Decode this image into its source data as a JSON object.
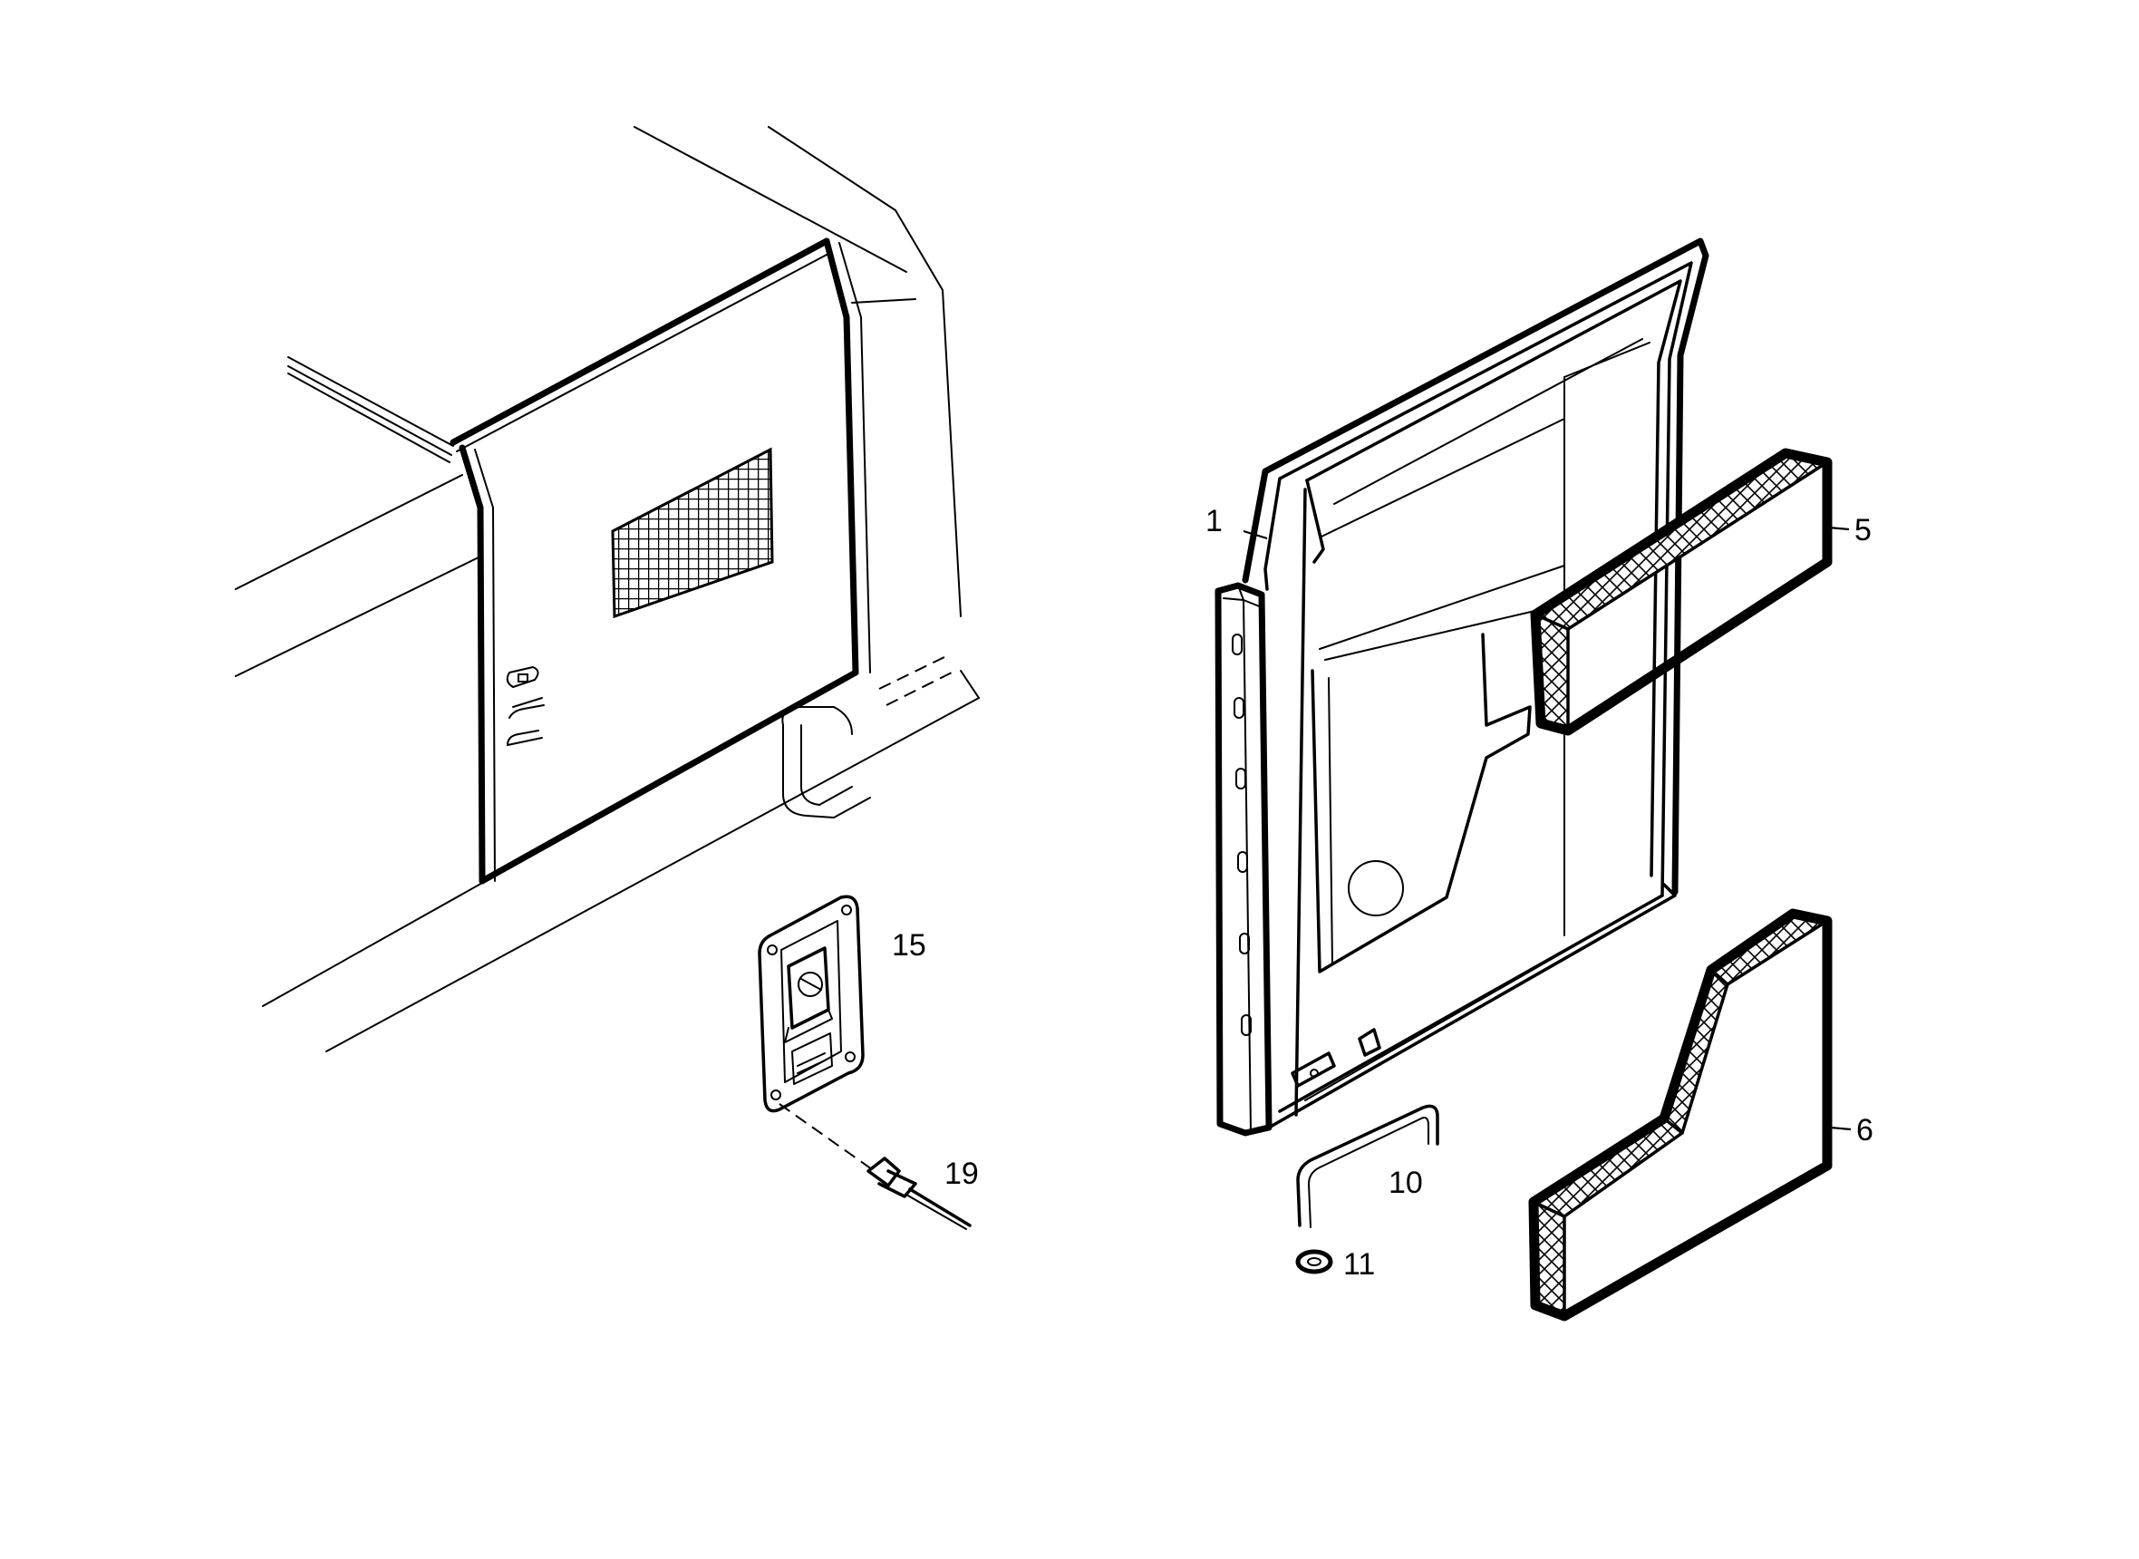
{
  "callouts": [
    {
      "id": "1",
      "text": "1"
    },
    {
      "id": "5",
      "text": "5"
    },
    {
      "id": "6",
      "text": "6"
    },
    {
      "id": "10",
      "text": "10"
    },
    {
      "id": "11",
      "text": "11"
    },
    {
      "id": "15",
      "text": "15"
    },
    {
      "id": "19",
      "text": "19"
    }
  ]
}
